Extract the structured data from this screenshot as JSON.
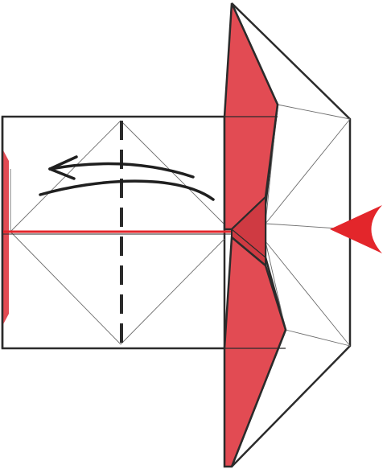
{
  "diagram": {
    "kind": "origami-fold-instruction",
    "colors": {
      "paper_white": "#ffffff",
      "paper_red": "#e24b53",
      "paper_red_dark": "#cf3a42",
      "outline": "#2b2b2b",
      "crease": "#6e6e6e",
      "arrow_black": "#1f1f1f",
      "push_arrow_red": "#e3262b"
    },
    "symbols": [
      {
        "name": "valley-fold-line",
        "style": "dashed"
      },
      {
        "name": "fold-direction-arrow",
        "direction": "left"
      },
      {
        "name": "push-in-arrow",
        "direction": "left"
      }
    ]
  }
}
